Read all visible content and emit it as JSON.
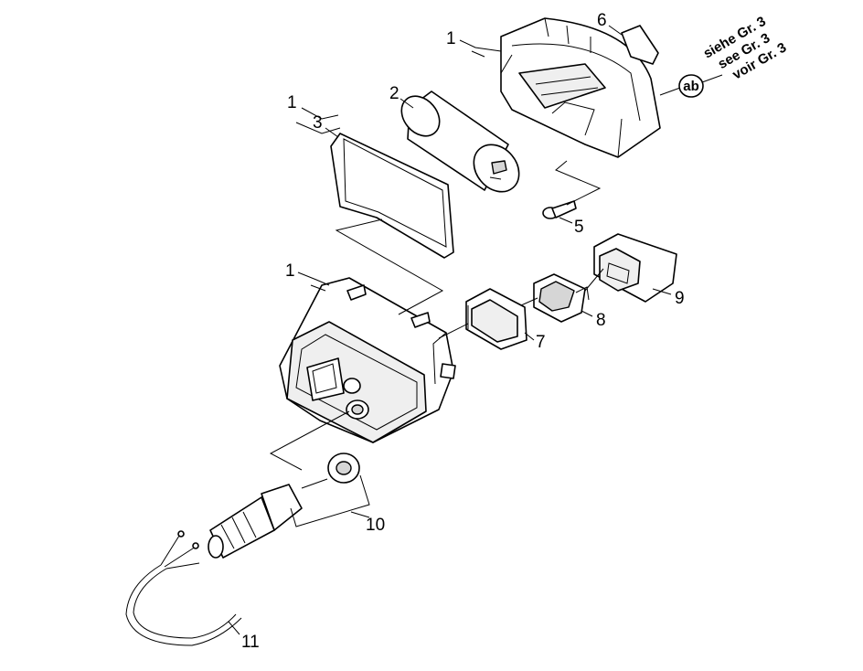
{
  "callouts": [
    {
      "id": "c1a",
      "label": "1"
    },
    {
      "id": "c1b",
      "label": "1"
    },
    {
      "id": "c1c",
      "label": "1"
    },
    {
      "id": "c2",
      "label": "2"
    },
    {
      "id": "c3",
      "label": "3"
    },
    {
      "id": "c5",
      "label": "5"
    },
    {
      "id": "c6",
      "label": "6"
    },
    {
      "id": "c7",
      "label": "7"
    },
    {
      "id": "c8",
      "label": "8"
    },
    {
      "id": "c9",
      "label": "9"
    },
    {
      "id": "c10",
      "label": "10"
    },
    {
      "id": "c11",
      "label": "11"
    }
  ],
  "reference": {
    "badge": "ab",
    "lines": [
      "siehe Gr. 3",
      "see Gr. 3",
      "voir Gr. 3"
    ]
  }
}
